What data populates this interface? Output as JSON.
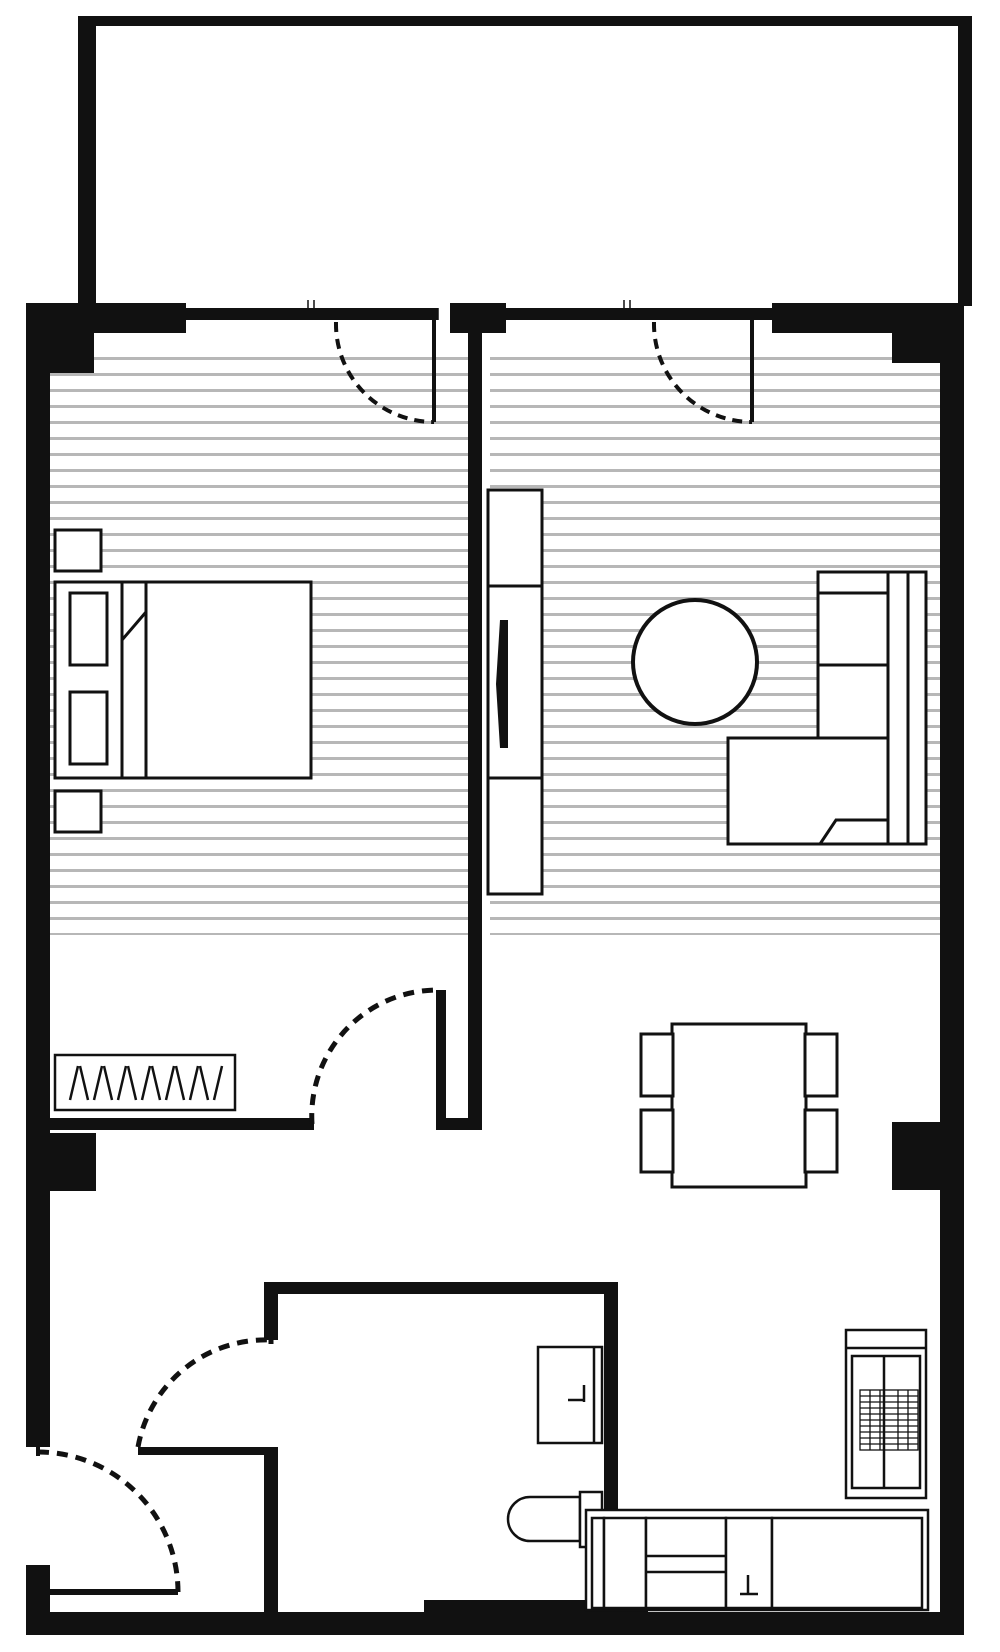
{
  "plan": {
    "colors": {
      "wall": "#111111",
      "line": "#111111",
      "floor_stripe": "#b7b7b7",
      "background": "#ffffff"
    },
    "rooms": [
      {
        "id": "balcony",
        "floor": "none"
      },
      {
        "id": "bedroom",
        "floor": "striped"
      },
      {
        "id": "living-room",
        "floor": "striped"
      },
      {
        "id": "dining-area",
        "floor": "plain"
      },
      {
        "id": "entry-hall",
        "floor": "plain"
      },
      {
        "id": "bathroom",
        "floor": "plain"
      },
      {
        "id": "kitchen",
        "floor": "plain"
      }
    ],
    "furniture": [
      "double-bed",
      "nightstand",
      "nightstand",
      "wardrobe",
      "tv-unit",
      "round-table",
      "l-shaped-sofa",
      "dining-table",
      "dining-chair",
      "dining-chair",
      "dining-chair",
      "dining-chair",
      "bathroom-sink",
      "toilet",
      "kitchen-counter",
      "kitchen-sink",
      "refrigerator"
    ],
    "doors": [
      "balcony-door-bedroom",
      "balcony-door-living",
      "bedroom-door",
      "bathroom-door",
      "entrance-door"
    ]
  }
}
